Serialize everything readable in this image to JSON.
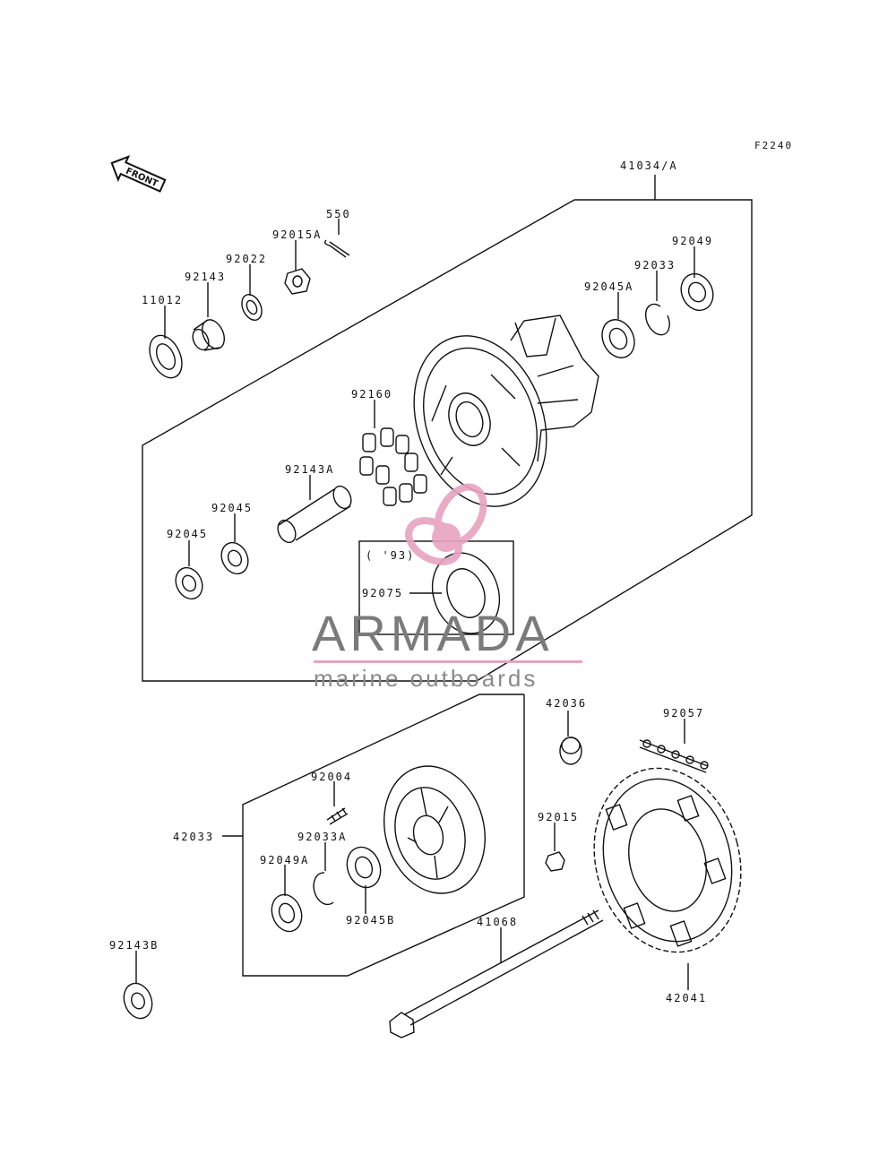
{
  "figure_code": "F2240",
  "front_label": "FRONT",
  "inset_label": "( '93)",
  "watermark": {
    "title": "ARMADA",
    "subtitle": "marine outboards",
    "brand_color": "#e7a3bf"
  },
  "parts": {
    "p41034A": "41034/A",
    "p92049": "92049",
    "p92033": "92033",
    "p92045A": "92045A",
    "p550": "550",
    "p92015A": "92015A",
    "p92022": "92022",
    "p92143": "92143",
    "p11012": "11012",
    "p92160": "92160",
    "p92143A": "92143A",
    "p92045a": "92045",
    "p92045b": "92045",
    "p92075": "92075",
    "p42036": "42036",
    "p92057": "92057",
    "p92004": "92004",
    "p42033": "42033",
    "p92033A": "92033A",
    "p92015": "92015",
    "p92049A": "92049A",
    "p92045B": "92045B",
    "p41068": "41068",
    "p92143B": "92143B",
    "p42041": "42041"
  }
}
